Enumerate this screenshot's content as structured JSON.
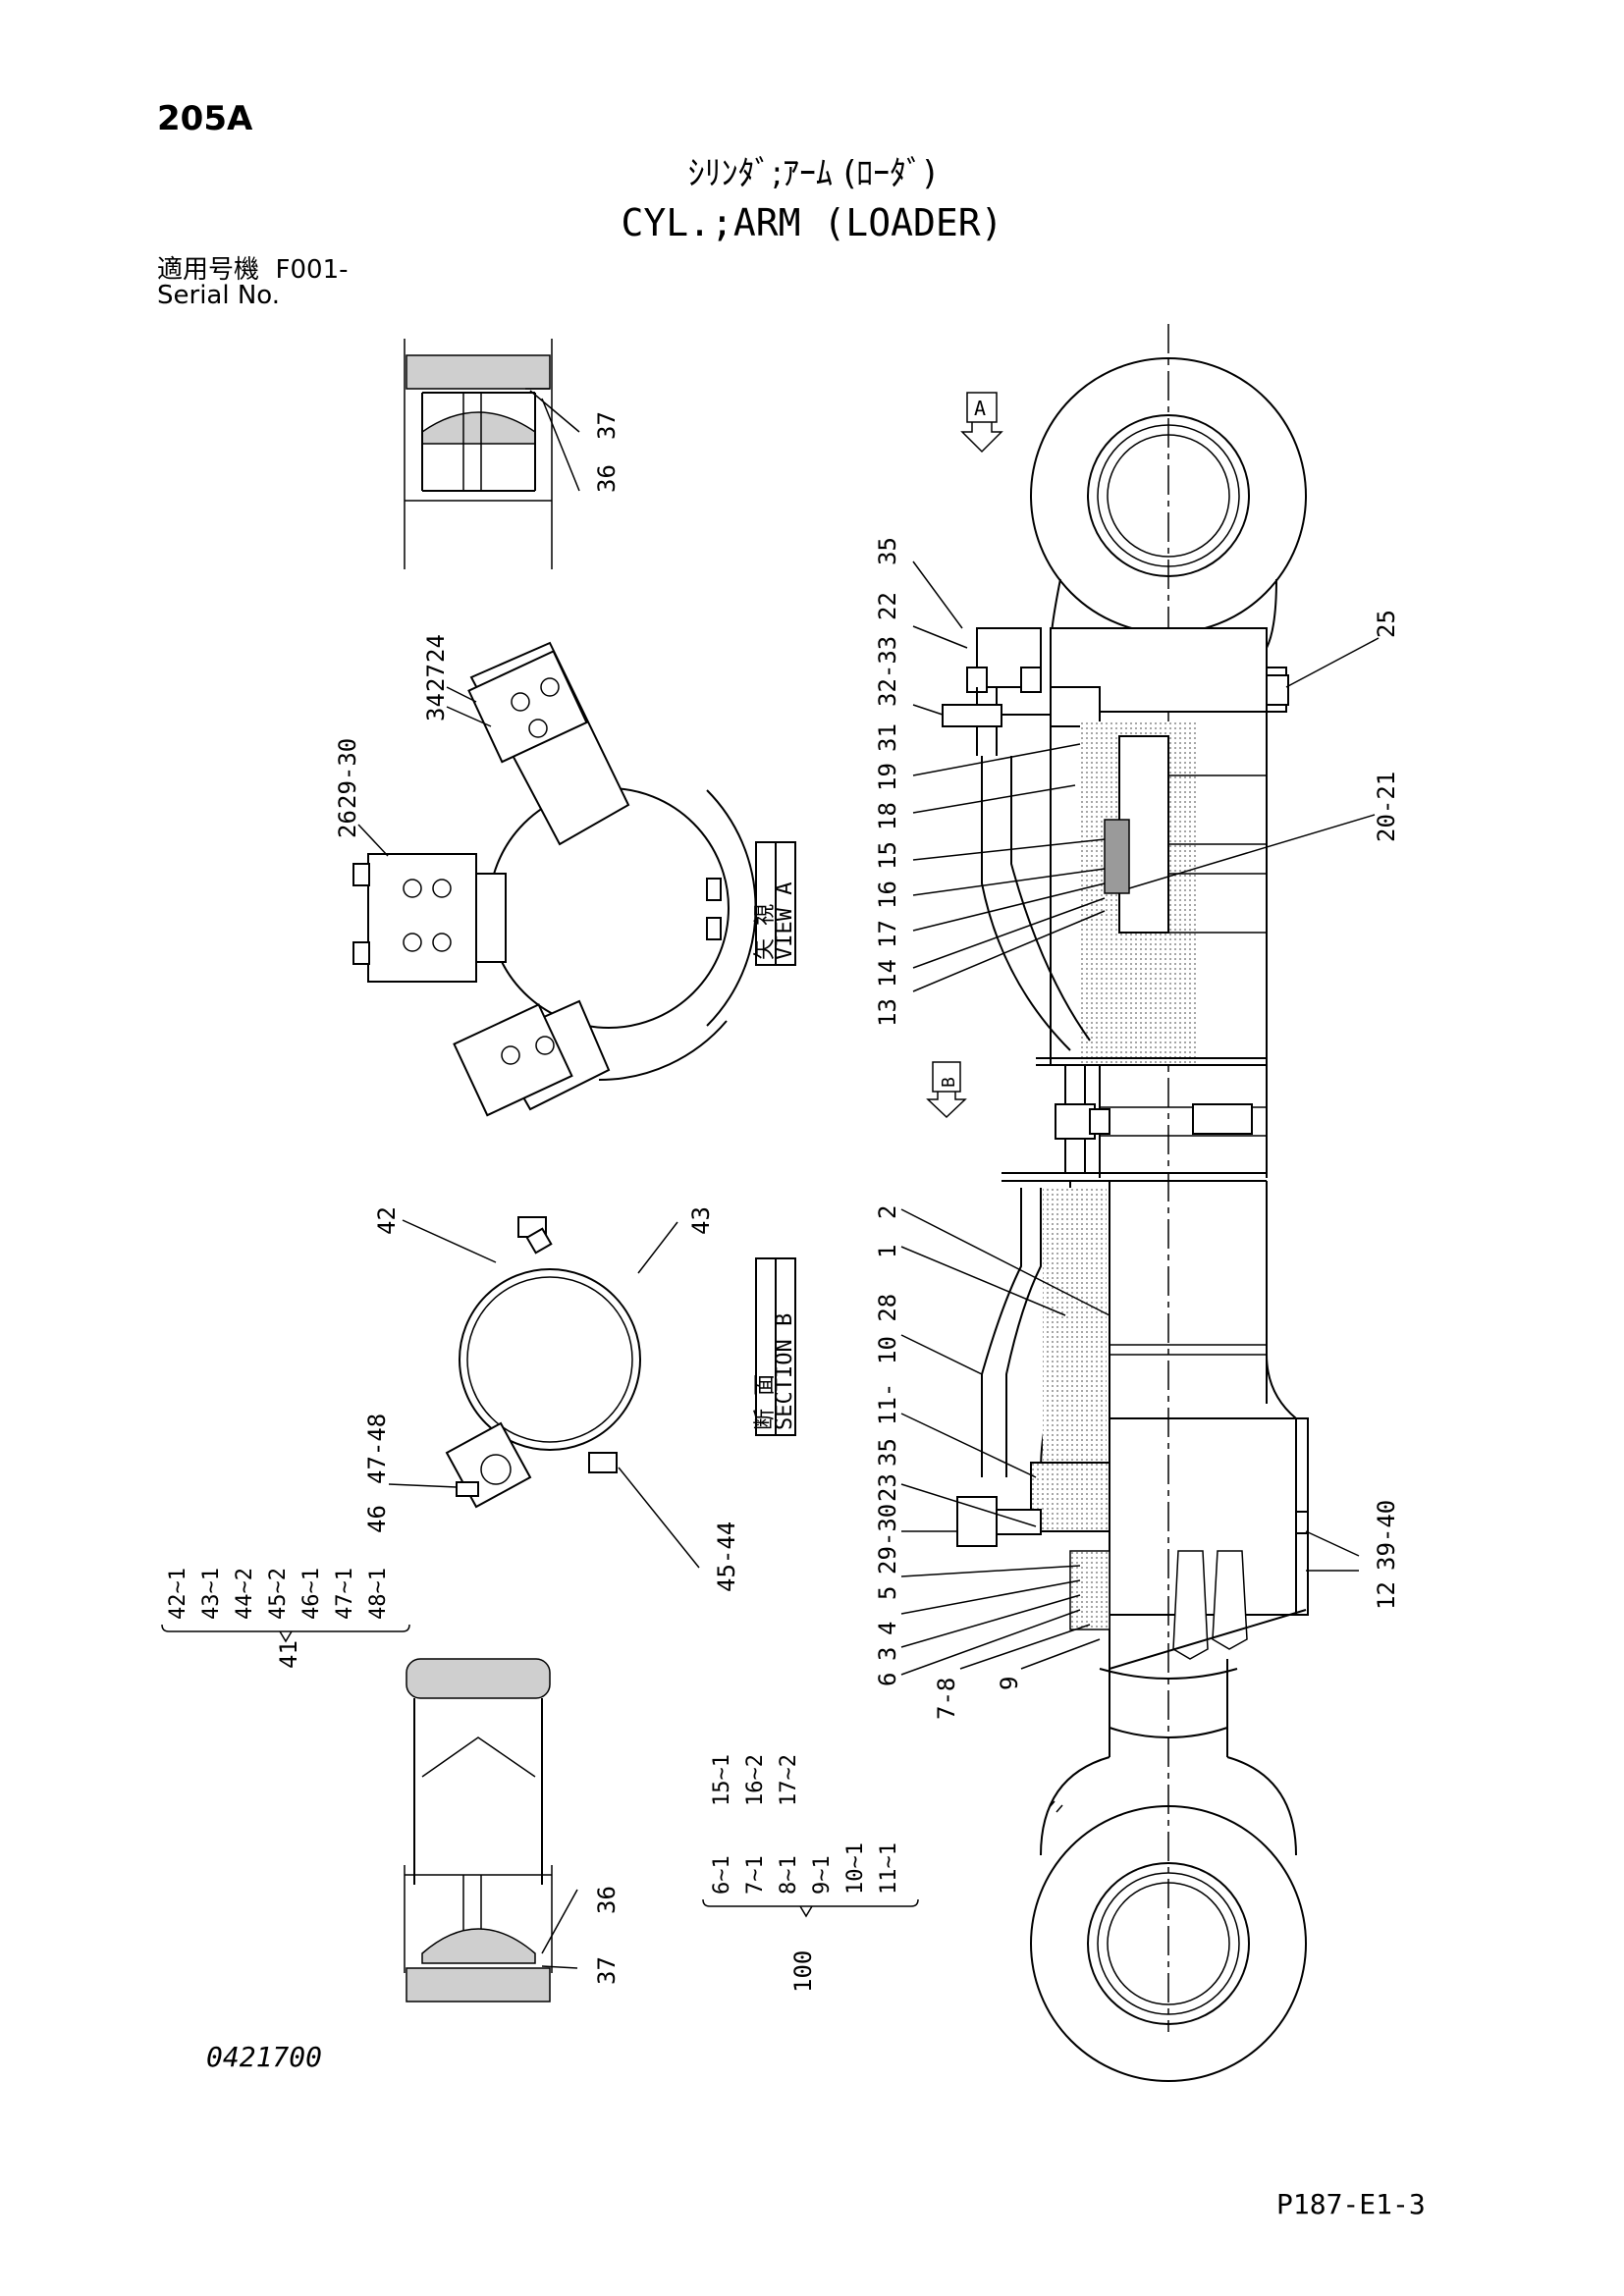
{
  "header": {
    "page_code": "205A",
    "title_ja": "ｼﾘﾝﾀﾞ;ｱｰﾑ (ﾛｰﾀﾞ)",
    "title_en": "CYL.;ARM (LOADER)",
    "serial_label_ja": "適用号機",
    "serial_value": "F001-",
    "serial_label_en": "Serial No."
  },
  "views": {
    "view_a_ja": "矢 視",
    "view_a_en": "VIEW A",
    "section_b_ja": "断 面",
    "section_b_en": "SECTION B",
    "arrow_a": "A",
    "arrow_b": "B"
  },
  "callouts": {
    "c37_top": "37",
    "c36_top": "36",
    "c34": "34",
    "c27": "27",
    "c24": "24",
    "c26": "26",
    "c29_30_top": "29-30",
    "c42": "42",
    "c43": "43",
    "c47_48": "47-48",
    "c46": "46",
    "c45_44": "45-44",
    "c36_bot": "36",
    "c37_bot": "37",
    "c35_top": "35",
    "c22": "22",
    "c32_33": "32-33",
    "c31": "31",
    "c19": "19",
    "c18": "18",
    "c15": "15",
    "c16": "16",
    "c17": "17",
    "c14": "14",
    "c13": "13",
    "c25": "25",
    "c20_21": "20-21",
    "c2": "2",
    "c1": "1",
    "c10_28": "10 28",
    "c11": "11-",
    "c35_bot": "35",
    "c23": "23",
    "c29_30_bot": "29-30",
    "c5": "5",
    "c4": "4",
    "c3": "3",
    "c6": "6",
    "c7_8": "7-8",
    "c9": "9",
    "c12": "12",
    "c39_40": "39-40"
  },
  "kit_41": {
    "number": "41",
    "items": [
      "42~1",
      "43~1",
      "44~2",
      "45~2",
      "46~1",
      "47~1",
      "48~1"
    ]
  },
  "kit_100": {
    "number": "100",
    "items_col1": [
      "6~1",
      "7~1",
      "8~1",
      "9~1",
      "10~1",
      "11~1"
    ],
    "items_col2": [
      "15~1",
      "16~2",
      "17~2"
    ]
  },
  "footer": {
    "drawing_number": "0421700",
    "page_ref": "P187-E1-3"
  }
}
